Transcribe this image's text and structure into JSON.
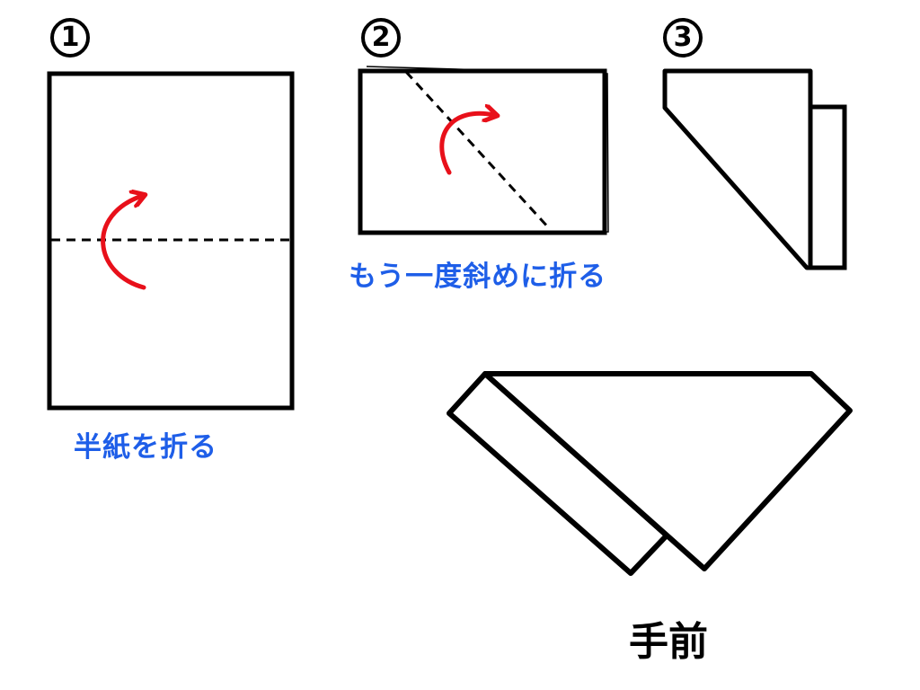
{
  "steps": [
    {
      "number": "1",
      "caption": "半紙を折る"
    },
    {
      "number": "2",
      "caption": "もう一度斜めに折る"
    },
    {
      "number": "3",
      "caption": ""
    }
  ],
  "final": {
    "label": "手前"
  },
  "colors": {
    "caption": "#1e5ee8",
    "arrow": "#e8101a",
    "outline": "#000000"
  }
}
